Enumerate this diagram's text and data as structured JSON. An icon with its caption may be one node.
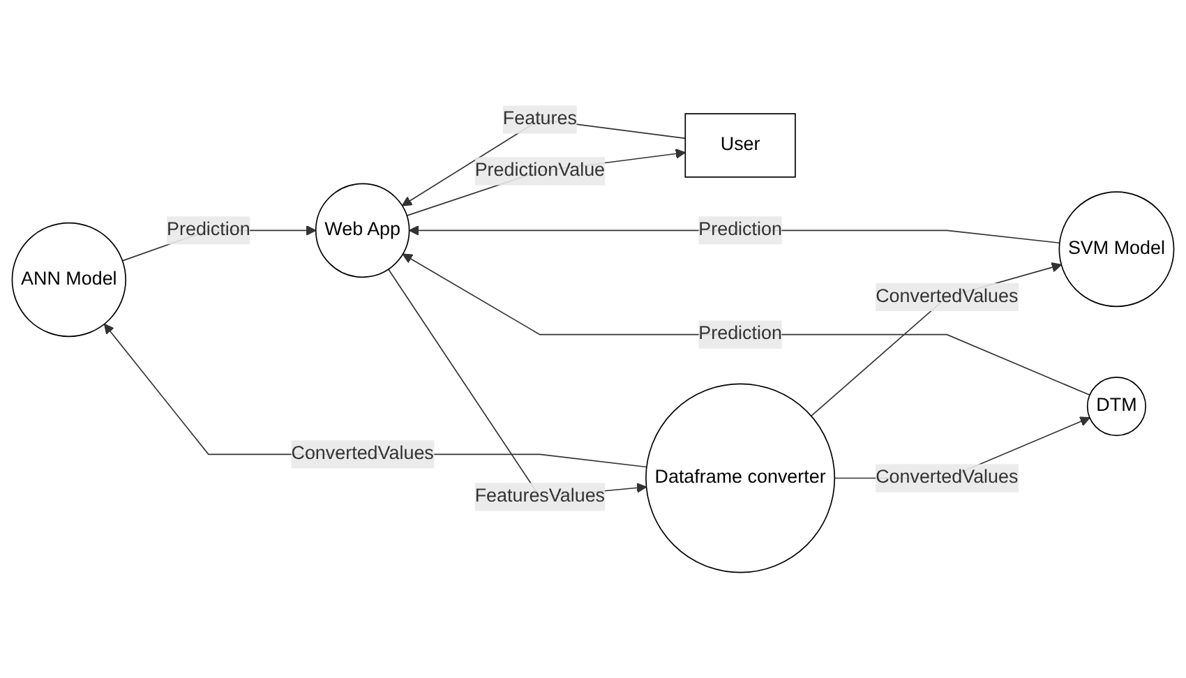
{
  "diagram": {
    "nodes": [
      {
        "text": [
          "ANN Model"
        ]
      },
      {
        "text": [
          "User"
        ]
      },
      {
        "text": [
          "Web App"
        ]
      },
      {
        "text": [
          "Dataframe converter"
        ]
      },
      {
        "text": [
          "SVM Model"
        ]
      },
      {
        "text": [
          "DTM"
        ]
      }
    ],
    "edges": [
      {
        "from": 1,
        "to": 2,
        "arrow": "to",
        "label": "Features"
      },
      {
        "from": 2,
        "to": 1,
        "arrow": "to",
        "label": "PredictionValue"
      },
      {
        "from": 2,
        "to": 3,
        "arrow": "to",
        "label": "FeaturesValues"
      },
      {
        "from": 3,
        "to": 0,
        "arrow": "to",
        "label": "ConvertedValues"
      },
      {
        "from": 0,
        "to": 2,
        "arrow": "to",
        "label": "Prediction"
      },
      {
        "from": 3,
        "to": 4,
        "arrow": "to",
        "label": "ConvertedValues"
      },
      {
        "from": 3,
        "to": 5,
        "arrow": "to",
        "label": "ConvertedValues"
      },
      {
        "from": 4,
        "to": 2,
        "arrow": "to",
        "label": "Prediction"
      },
      {
        "from": 5,
        "to": 2,
        "arrow": "to",
        "label": "Prediction"
      }
    ]
  }
}
